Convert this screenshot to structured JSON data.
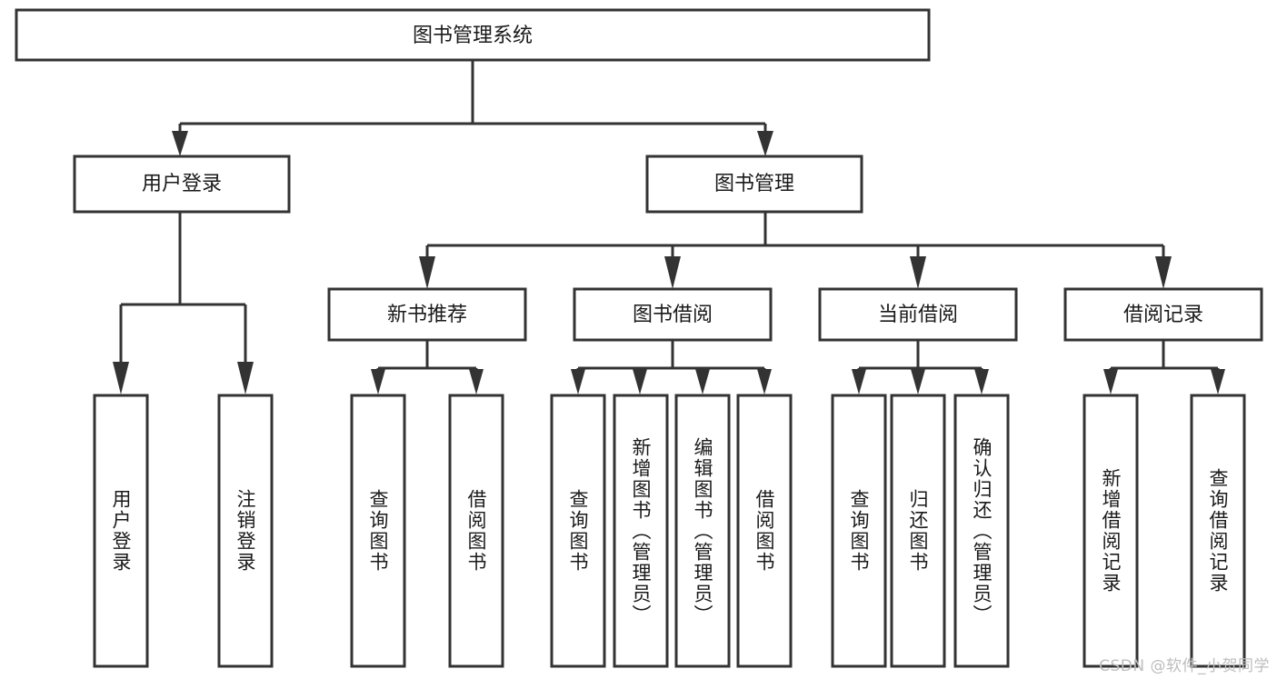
{
  "diagram": {
    "type": "tree",
    "title": "图书管理系统",
    "watermark": "CSDN @软件_小贺同学",
    "colors": {
      "background": "#ffffff",
      "box_fill": "#ffffff",
      "box_stroke": "#333333",
      "text": "#1a1a1a",
      "watermark": "#bdbdbd"
    },
    "nodes": {
      "root": {
        "label": "图书管理系统",
        "orientation": "horizontal"
      },
      "l2": [
        {
          "id": "user-login",
          "label": "用户登录",
          "orientation": "horizontal"
        },
        {
          "id": "book-manage",
          "label": "图书管理",
          "orientation": "horizontal"
        }
      ],
      "l3": [
        {
          "id": "new-book-recommend",
          "label": "新书推荐",
          "orientation": "horizontal"
        },
        {
          "id": "book-borrow",
          "label": "图书借阅",
          "orientation": "horizontal"
        },
        {
          "id": "current-borrow",
          "label": "当前借阅",
          "orientation": "horizontal"
        },
        {
          "id": "borrow-record",
          "label": "借阅记录",
          "orientation": "horizontal"
        }
      ],
      "leaves": [
        {
          "id": "leaf-user-login",
          "label": "用户登录",
          "parent": "user-login",
          "orientation": "vertical"
        },
        {
          "id": "leaf-user-logout",
          "label": "注销登录",
          "parent": "user-login",
          "orientation": "vertical"
        },
        {
          "id": "leaf-query-book-1",
          "label": "查询图书",
          "parent": "new-book-recommend",
          "orientation": "vertical"
        },
        {
          "id": "leaf-borrow-book-1",
          "label": "借阅图书",
          "parent": "new-book-recommend",
          "orientation": "vertical"
        },
        {
          "id": "leaf-query-book-2",
          "label": "查询图书",
          "parent": "book-borrow",
          "orientation": "vertical"
        },
        {
          "id": "leaf-add-book",
          "label": "新增图书（管理员）",
          "parent": "book-borrow",
          "orientation": "vertical"
        },
        {
          "id": "leaf-edit-book",
          "label": "编辑图书（管理员）",
          "parent": "book-borrow",
          "orientation": "vertical"
        },
        {
          "id": "leaf-borrow-book-2",
          "label": "借阅图书",
          "parent": "book-borrow",
          "orientation": "vertical"
        },
        {
          "id": "leaf-query-book-3",
          "label": "查询图书",
          "parent": "current-borrow",
          "orientation": "vertical"
        },
        {
          "id": "leaf-return-book",
          "label": "归还图书",
          "parent": "current-borrow",
          "orientation": "vertical"
        },
        {
          "id": "leaf-confirm-return",
          "label": "确认归还（管理员）",
          "parent": "current-borrow",
          "orientation": "vertical"
        },
        {
          "id": "leaf-add-record",
          "label": "新增借阅记录",
          "parent": "borrow-record",
          "orientation": "vertical"
        },
        {
          "id": "leaf-query-record",
          "label": "查询借阅记录",
          "parent": "borrow-record",
          "orientation": "vertical"
        }
      ]
    }
  }
}
